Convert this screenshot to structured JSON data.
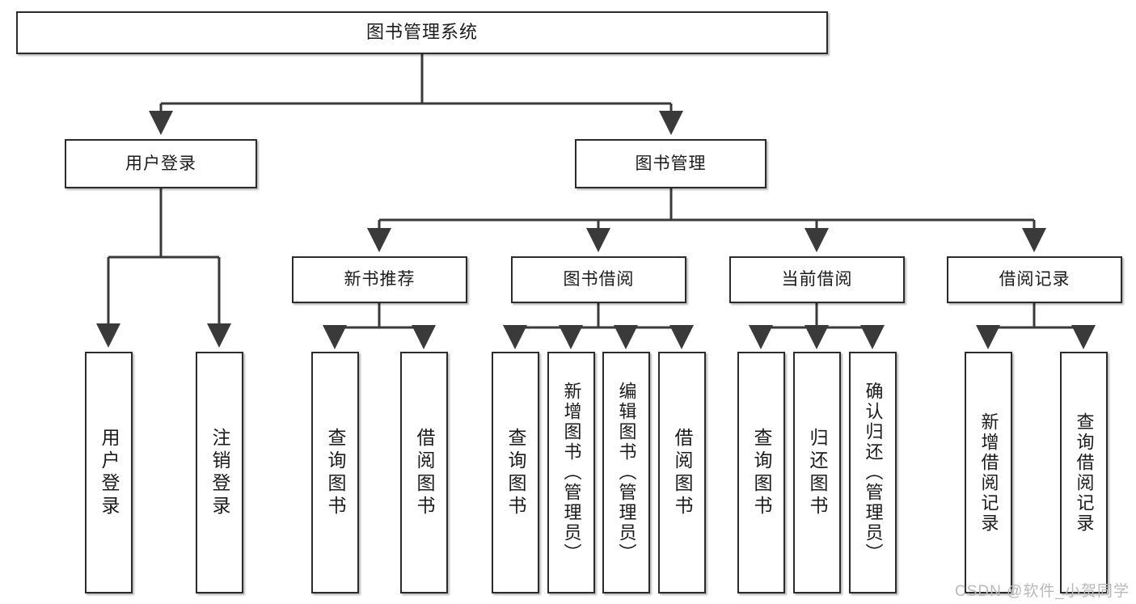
{
  "diagram": {
    "title": "图书管理系统",
    "type": "tree",
    "root": {
      "label": "图书管理系统"
    },
    "level2": [
      {
        "id": "user-login",
        "label": "用户登录"
      },
      {
        "id": "book-manage",
        "label": "图书管理"
      }
    ],
    "level3": [
      {
        "id": "new-book-recommend",
        "label": "新书推荐",
        "parent": "book-manage"
      },
      {
        "id": "book-borrow",
        "label": "图书借阅",
        "parent": "book-manage"
      },
      {
        "id": "current-borrow",
        "label": "当前借阅",
        "parent": "book-manage"
      },
      {
        "id": "borrow-record",
        "label": "借阅记录",
        "parent": "book-manage"
      }
    ],
    "leaves": {
      "user-login": [
        {
          "id": "leaf-user-login",
          "label": "用户登录"
        },
        {
          "id": "leaf-user-logout",
          "label": "注销登录"
        }
      ],
      "new-book-recommend": [
        {
          "id": "leaf-query-book-1",
          "label": "查询图书"
        },
        {
          "id": "leaf-borrow-book-1",
          "label": "借阅图书"
        }
      ],
      "book-borrow": [
        {
          "id": "leaf-query-book-2",
          "label": "查询图书"
        },
        {
          "id": "leaf-add-book",
          "label": "新增图书（管理员）"
        },
        {
          "id": "leaf-edit-book",
          "label": "编辑图书（管理员）"
        },
        {
          "id": "leaf-borrow-book-2",
          "label": "借阅图书"
        }
      ],
      "current-borrow": [
        {
          "id": "leaf-query-book-3",
          "label": "查询图书"
        },
        {
          "id": "leaf-return-book",
          "label": "归还图书"
        },
        {
          "id": "leaf-confirm-return",
          "label": "确认归还（管理员）"
        }
      ],
      "borrow-record": [
        {
          "id": "leaf-add-record",
          "label": "新增借阅记录"
        },
        {
          "id": "leaf-query-record",
          "label": "查询借阅记录"
        }
      ]
    }
  },
  "watermark": {
    "text": "CSDN @软件_小贺同学"
  },
  "colors": {
    "box_border": "#2b2b2b",
    "box_fill": "#ffffff",
    "line": "#3a3a3a",
    "text": "#1b1b1b",
    "watermark": "#b9b9b9",
    "background": "#ffffff"
  }
}
